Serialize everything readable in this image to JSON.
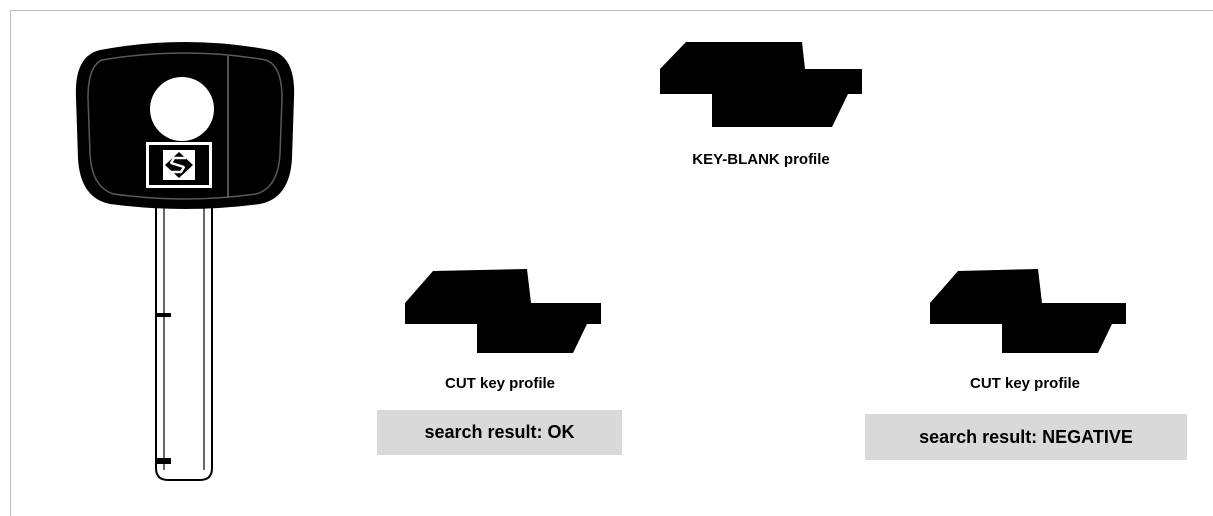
{
  "blank": {
    "caption": "KEY-BLANK profile"
  },
  "cut_ok": {
    "caption": "CUT key profile",
    "result": "search result: OK"
  },
  "cut_negative": {
    "caption": "CUT key profile",
    "result": "search result: NEGATIVE"
  },
  "icons": {
    "key": "car-key-blank-icon",
    "logo": "diamond-s-logo-icon",
    "profile": "key-profile-silhouette"
  },
  "colors": {
    "profile_fill": "#000000",
    "result_background": "#d9d9d9",
    "frame_line": "#bdbdbd"
  }
}
